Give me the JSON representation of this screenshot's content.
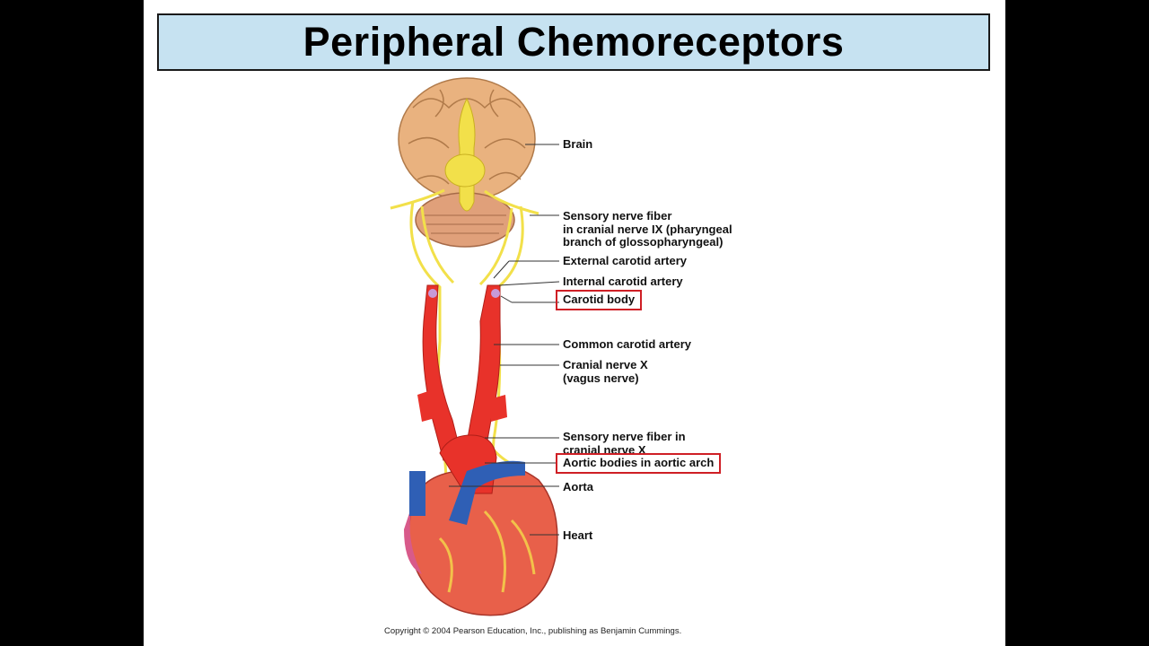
{
  "slide": {
    "title": "Peripheral Chemoreceptors",
    "copyright": "Copyright © 2004 Pearson Education, Inc., publishing as Benjamin Cummings."
  },
  "labels": {
    "brain": "Brain",
    "sensory_ix_1": "Sensory nerve fiber",
    "sensory_ix_2": "in cranial nerve IX (pharyngeal",
    "sensory_ix_3": "branch of glossopharyngeal)",
    "external_carotid": "External carotid artery",
    "internal_carotid": "Internal carotid artery",
    "carotid_body": "Carotid body",
    "common_carotid": "Common carotid artery",
    "cranial_x_1": "Cranial nerve X",
    "cranial_x_2": "(vagus nerve)",
    "sensory_x_1": "Sensory nerve fiber in",
    "sensory_x_2": "cranial nerve X",
    "aortic_bodies": "Aortic bodies in aortic arch",
    "aorta": "Aorta",
    "heart": "Heart"
  },
  "colors": {
    "title_bg": "#c6e2f1",
    "highlight_box": "#cf1f25",
    "artery": "#e8322a",
    "vein": "#2f5fb5",
    "nerve": "#f2e04a",
    "brain": "#e9b27f"
  }
}
